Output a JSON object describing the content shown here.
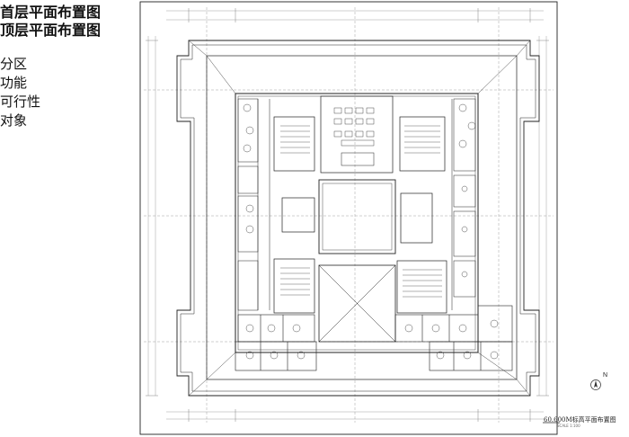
{
  "sidebar": {
    "titles": [
      "首层平面布置图",
      "顶层平面布置图"
    ],
    "topics": [
      "分区",
      "功能",
      "可行性",
      "对象"
    ]
  },
  "drawing": {
    "caption": "60.600M标高平面布置图",
    "scale": "SCALE 1:100",
    "north": "N",
    "line_color": "#222222",
    "grid_color": "#888888"
  }
}
